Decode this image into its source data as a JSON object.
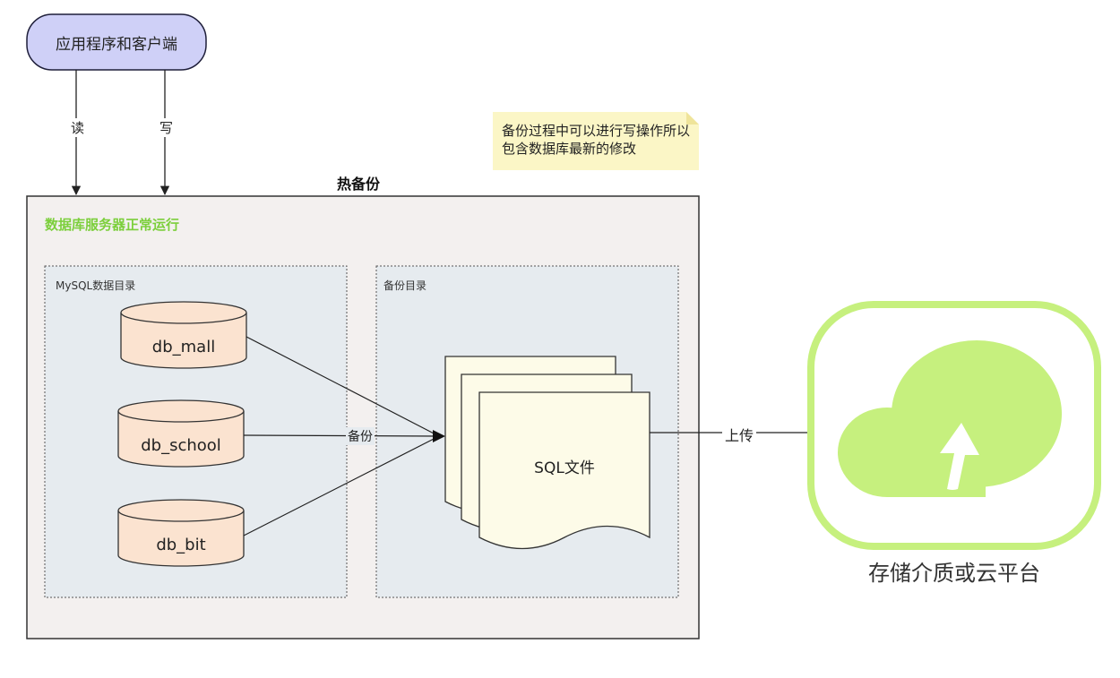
{
  "client": {
    "label": "应用程序和客户端"
  },
  "edges": {
    "read": "读",
    "write": "写",
    "backup": "备份",
    "upload": "上传"
  },
  "note": {
    "text": "备份过程中可以进行写操作所以包含数据库最新的修改"
  },
  "hot_backup": {
    "title": "热备份"
  },
  "server": {
    "title": "数据库服务器正常运行",
    "mysql_dir": {
      "title": "MySQL数据目录",
      "databases": [
        "db_mall",
        "db_school",
        "db_bit"
      ]
    },
    "backup_dir": {
      "title": "备份目录",
      "file_label": "SQL文件"
    }
  },
  "storage": {
    "label": "存储介质或云平台"
  },
  "colors": {
    "client_fill": "#cfd0f7",
    "client_stroke": "#1f1f3a",
    "note_fill": "#fbf6c6",
    "server_fill": "#f3f0ef",
    "group_fill": "#e6ebef",
    "db_fill": "#fbe3d0",
    "file_fill": "#fdfbe8",
    "server_title": "#7ccf3c",
    "storage_green": "#c6f07e"
  }
}
